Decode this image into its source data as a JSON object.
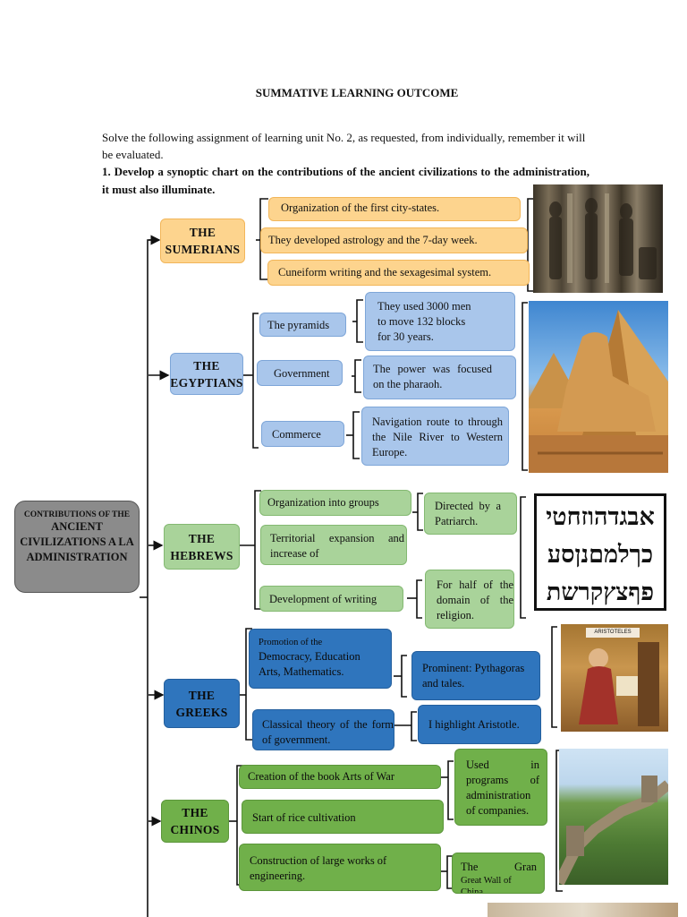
{
  "title": "SUMMATIVE LEARNING OUTCOME",
  "intro": "Solve the following assignment of learning unit No. 2, as requested, from individually, remember it will be evaluated.",
  "task": "1. Develop a synoptic chart on the contributions of the ancient civilizations to the administration, it must also illuminate.",
  "center": {
    "small": "CONTRIBUTIONS OF THE",
    "big": "ANCIENT CIVILIZATIONS A LA ADMINISTRATION"
  },
  "sumerians": {
    "label": "THE SUMERIANS",
    "items": [
      "Organization of the first city-states.",
      "They developed astrology and the 7-day week.",
      "Cuneiform writing and the sexagesimal system."
    ]
  },
  "egyptians": {
    "label": "THE EGYPTIANS",
    "items": [
      "The pyramids",
      "Government",
      "Commerce"
    ],
    "details": [
      "They used 3000 men to move 132 blocks for 30 years.",
      "The power was focused on the pharaoh.",
      "Navigation route to through the Nile River to Western Europe."
    ]
  },
  "hebrews": {
    "label": "THE HEBREWS",
    "items": [
      "Organization into groups",
      "Territorial expansion and increase of",
      "Development of writing"
    ],
    "details": [
      "Directed by a Patriarch.",
      "For half of the domain of the religion."
    ],
    "alphabet": [
      "אבגדהוזחטי",
      "כךלמםנןסע",
      "פףצץקרשת"
    ]
  },
  "greeks": {
    "label": "THE GREEKS",
    "item1_small": "Promotion of the",
    "item1_main": "Democracy, Education Arts, Mathematics.",
    "item2": "Classical theory of the form of government.",
    "details": [
      "Prominent: Pythagoras and tales.",
      "I highlight Aristotle."
    ],
    "portrait_caption": "ARISTOTELES"
  },
  "chinos": {
    "label": "THE CHINOS",
    "items": [
      "Creation of the book Arts of War",
      "Start of rice cultivation",
      "Construction of large works of engineering."
    ],
    "details": [
      "Used in programs of administration of companies.",
      "The Gran"
    ],
    "detail2_small": "Great Wall of China."
  }
}
